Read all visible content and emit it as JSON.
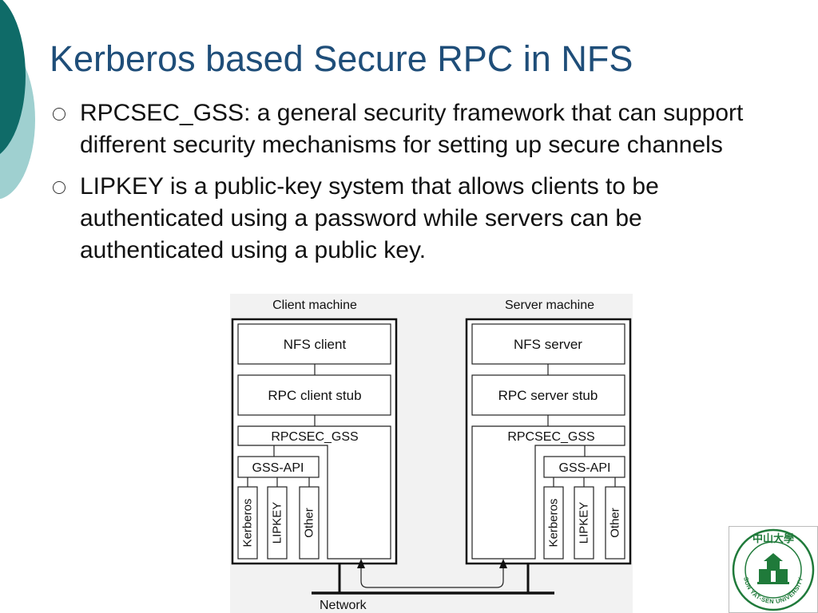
{
  "slide": {
    "title": "Kerberos based Secure RPC in NFS",
    "bullets": [
      "RPCSEC_GSS: a general security framework that can support different security mechanisms for setting up secure channels",
      "LIPKEY is a public-key system that allows clients to be authenticated using a password while servers can be authenticated using a public key."
    ]
  },
  "diagram": {
    "client": {
      "title": "Client machine",
      "nfs": "NFS client",
      "stub": "RPC client stub",
      "rpcsec": "RPCSEC_GSS",
      "gssapi": "GSS-API",
      "mechanisms": [
        "Kerberos",
        "LIPKEY",
        "Other"
      ]
    },
    "server": {
      "title": "Server machine",
      "nfs": "NFS server",
      "stub": "RPC server stub",
      "rpcsec": "RPCSEC_GSS",
      "gssapi": "GSS-API",
      "mechanisms": [
        "Kerberos",
        "LIPKEY",
        "Other"
      ]
    },
    "network_label": "Network"
  },
  "logo": {
    "chinese_text": "中山大學",
    "ring_text": "SUN YAT-SEN UNIVERSITY"
  },
  "colors": {
    "title": "#1f4e79",
    "deco_dark": "#0f6b68",
    "deco_light": "#9fd0d0",
    "logo_green": "#1f7a3a"
  }
}
